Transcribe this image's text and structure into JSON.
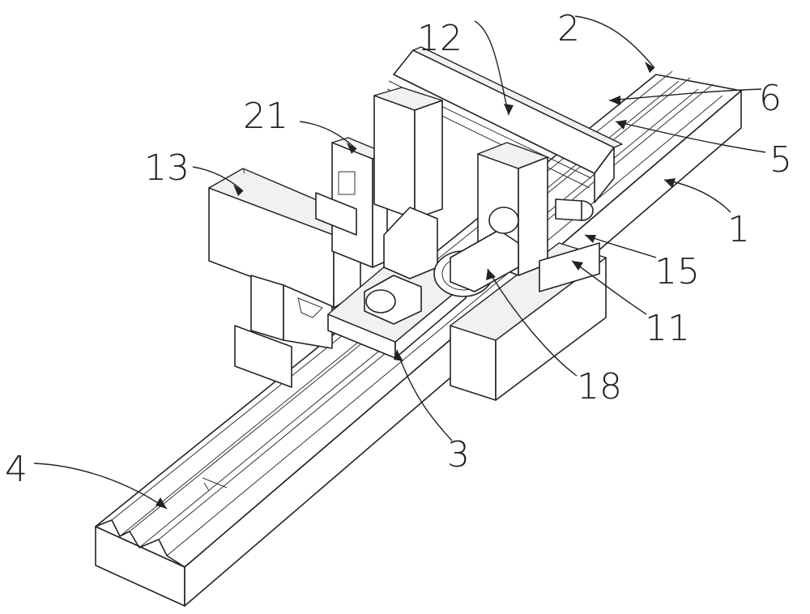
{
  "figure": {
    "labels": [
      {
        "id": "label-1",
        "text": "1"
      },
      {
        "id": "label-2",
        "text": "2"
      },
      {
        "id": "label-3",
        "text": "3"
      },
      {
        "id": "label-4",
        "text": "4"
      },
      {
        "id": "label-5",
        "text": "5"
      },
      {
        "id": "label-6",
        "text": "6"
      },
      {
        "id": "label-11",
        "text": "11"
      },
      {
        "id": "label-12",
        "text": "12"
      },
      {
        "id": "label-13",
        "text": "13"
      },
      {
        "id": "label-15",
        "text": "15"
      },
      {
        "id": "label-18",
        "text": "18"
      },
      {
        "id": "label-21",
        "text": "21"
      }
    ]
  }
}
